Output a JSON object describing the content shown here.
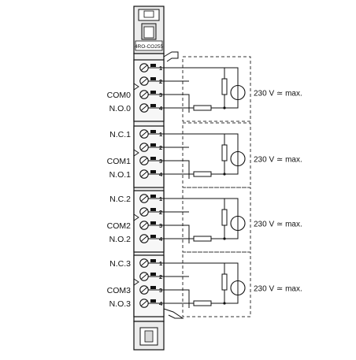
{
  "module": {
    "model": "4RO-CO255"
  },
  "pin_numbers": [
    "1",
    "2",
    "3",
    "4"
  ],
  "groups": [
    {
      "labels": [
        "",
        "",
        "COM0",
        "N.O.0"
      ],
      "voltage": "230 V ≃ max."
    },
    {
      "labels": [
        "N.C.1",
        "",
        "COM1",
        "N.O.1"
      ],
      "voltage": "230 V ≃ max."
    },
    {
      "labels": [
        "N.C.2",
        "",
        "COM2",
        "N.O.2"
      ],
      "voltage": "230 V ≃ max."
    },
    {
      "labels": [
        "N.C.3",
        "",
        "COM3",
        "N.O.3"
      ],
      "voltage": "230 V ≃ max."
    }
  ],
  "icons": {
    "load": "load-resistor-icon",
    "source": "ac-voltage-source-icon",
    "terminal": "screw-terminal-icon",
    "led": "status-led-icon"
  },
  "colors": {
    "line": "#111111",
    "housing": "#e8e8e8",
    "dashed_frame": "#333333"
  }
}
